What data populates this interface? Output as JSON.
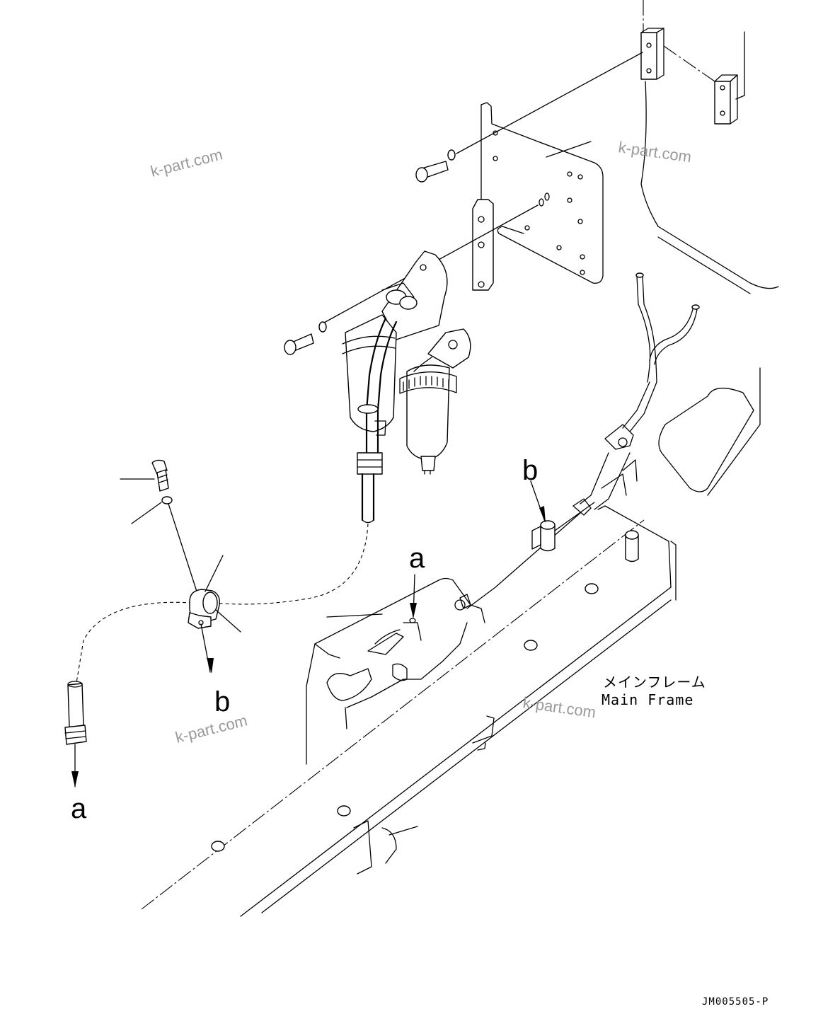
{
  "callouts": {
    "a_upper": "a",
    "a_lower": "a",
    "b_upper": "b",
    "b_lower": "b"
  },
  "main_frame_label": {
    "japanese": "メインフレーム",
    "english": "Main Frame"
  },
  "watermark": "k-part.com",
  "drawing_code": "JM005505-P"
}
